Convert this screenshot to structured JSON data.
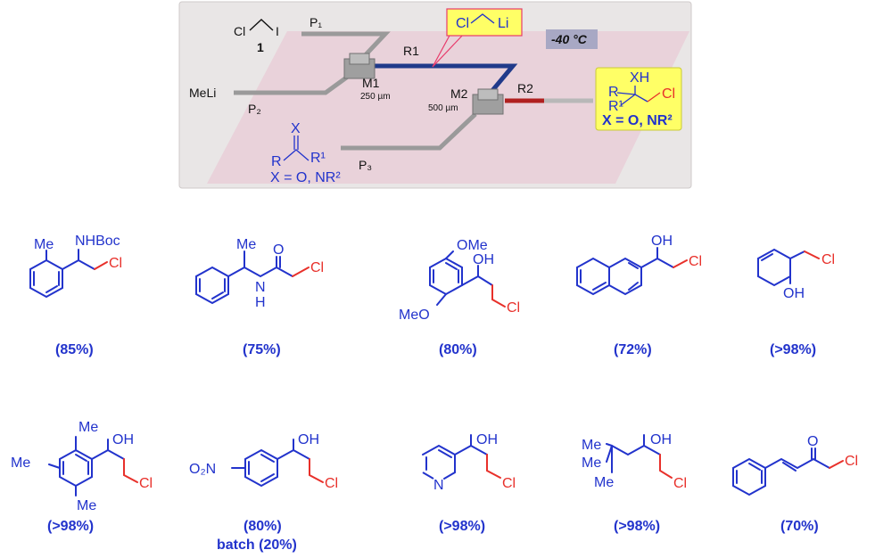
{
  "reactor": {
    "reagent_1": "Cl",
    "reagent_1b": "I",
    "reagent_1_num": "1",
    "p1": "P₁",
    "p2": "P₂",
    "p3": "P₃",
    "meli": "MeLi",
    "r1": "R1",
    "r2": "R2",
    "m1": "M1",
    "m1_size": "250 µm",
    "m2": "M2",
    "m2_size": "500 µm",
    "temperature": "-40 °C",
    "carbenoid_cl": "Cl",
    "carbenoid_li": "Li",
    "electrophile_x": "X",
    "electrophile_r": "R",
    "electrophile_r1": "R¹",
    "electrophile_def": "X = O, NR²",
    "product_xh": "XH",
    "product_r": "R",
    "product_r1": "R¹",
    "product_cl": "Cl",
    "product_def": "X = O, NR²"
  },
  "products": [
    {
      "yield": "(85%)",
      "labels": [
        "Me",
        "NHBoc",
        "Cl"
      ]
    },
    {
      "yield": "(75%)",
      "labels": [
        "Me",
        "O",
        "N",
        "H",
        "Cl"
      ]
    },
    {
      "yield": "(80%)",
      "labels": [
        "OMe",
        "OH",
        "MeO",
        "Cl"
      ]
    },
    {
      "yield": "(72%)",
      "labels": [
        "OH",
        "Cl"
      ]
    },
    {
      "yield": "(>98%)",
      "labels": [
        "Cl",
        "OH"
      ]
    },
    {
      "yield": "(>98%)",
      "labels": [
        "Me",
        "Me",
        "Me",
        "OH",
        "Cl"
      ]
    },
    {
      "yield": "(80%)",
      "yield2": "batch (20%)",
      "labels": [
        "O₂N",
        "OH",
        "Cl"
      ]
    },
    {
      "yield": "(>98%)",
      "labels": [
        "N",
        "OH",
        "Cl"
      ]
    },
    {
      "yield": "(>98%)",
      "labels": [
        "Me",
        "Me",
        "Me",
        "OH",
        "Cl"
      ]
    },
    {
      "yield": "(70%)",
      "labels": [
        "O",
        "Cl"
      ]
    }
  ],
  "colors": {
    "blue": "#2233cc",
    "red": "#e8302a",
    "panel": "#e9e6e6",
    "plane": "#e9cfd8",
    "highlight": "#ffff66"
  }
}
